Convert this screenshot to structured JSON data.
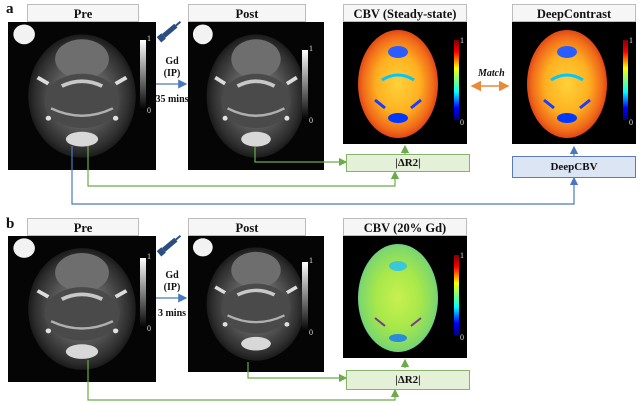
{
  "panel_a": {
    "letter": "a",
    "pre_title": "Pre",
    "post_title": "Post",
    "cbv_title": "CBV (Steady-state)",
    "deep_title": "DeepContrast",
    "agent_label": "Gd",
    "route_label": "(IP)",
    "time_label": "35 mins",
    "match_label": "Match",
    "delta_box": "|ΔR2|",
    "deepcbv_box": "DeepCBV",
    "gray_tick_max": "1",
    "gray_tick_min": "0",
    "color_tick_max": "1",
    "color_tick_min": "0"
  },
  "panel_b": {
    "letter": "b",
    "pre_title": "Pre",
    "post_title": "Post",
    "cbv_title": "CBV (20% Gd)",
    "agent_label": "Gd",
    "route_label": "(IP)",
    "time_label": "3 mins",
    "delta_box": "|ΔR2|",
    "gray_tick_max": "1",
    "gray_tick_min": "0",
    "color_tick_max": "1",
    "color_tick_min": "0"
  },
  "colors": {
    "green_arrow": "#6aab4a",
    "blue_arrow": "#4a78c0",
    "orange_arrow": "#e88a3a",
    "green_box_fill": "#e4f1d8",
    "blue_box_fill": "#dbe5f3"
  },
  "icons": [
    "syringe-icon",
    "mri-brain-image",
    "cbv-colormap-image"
  ]
}
